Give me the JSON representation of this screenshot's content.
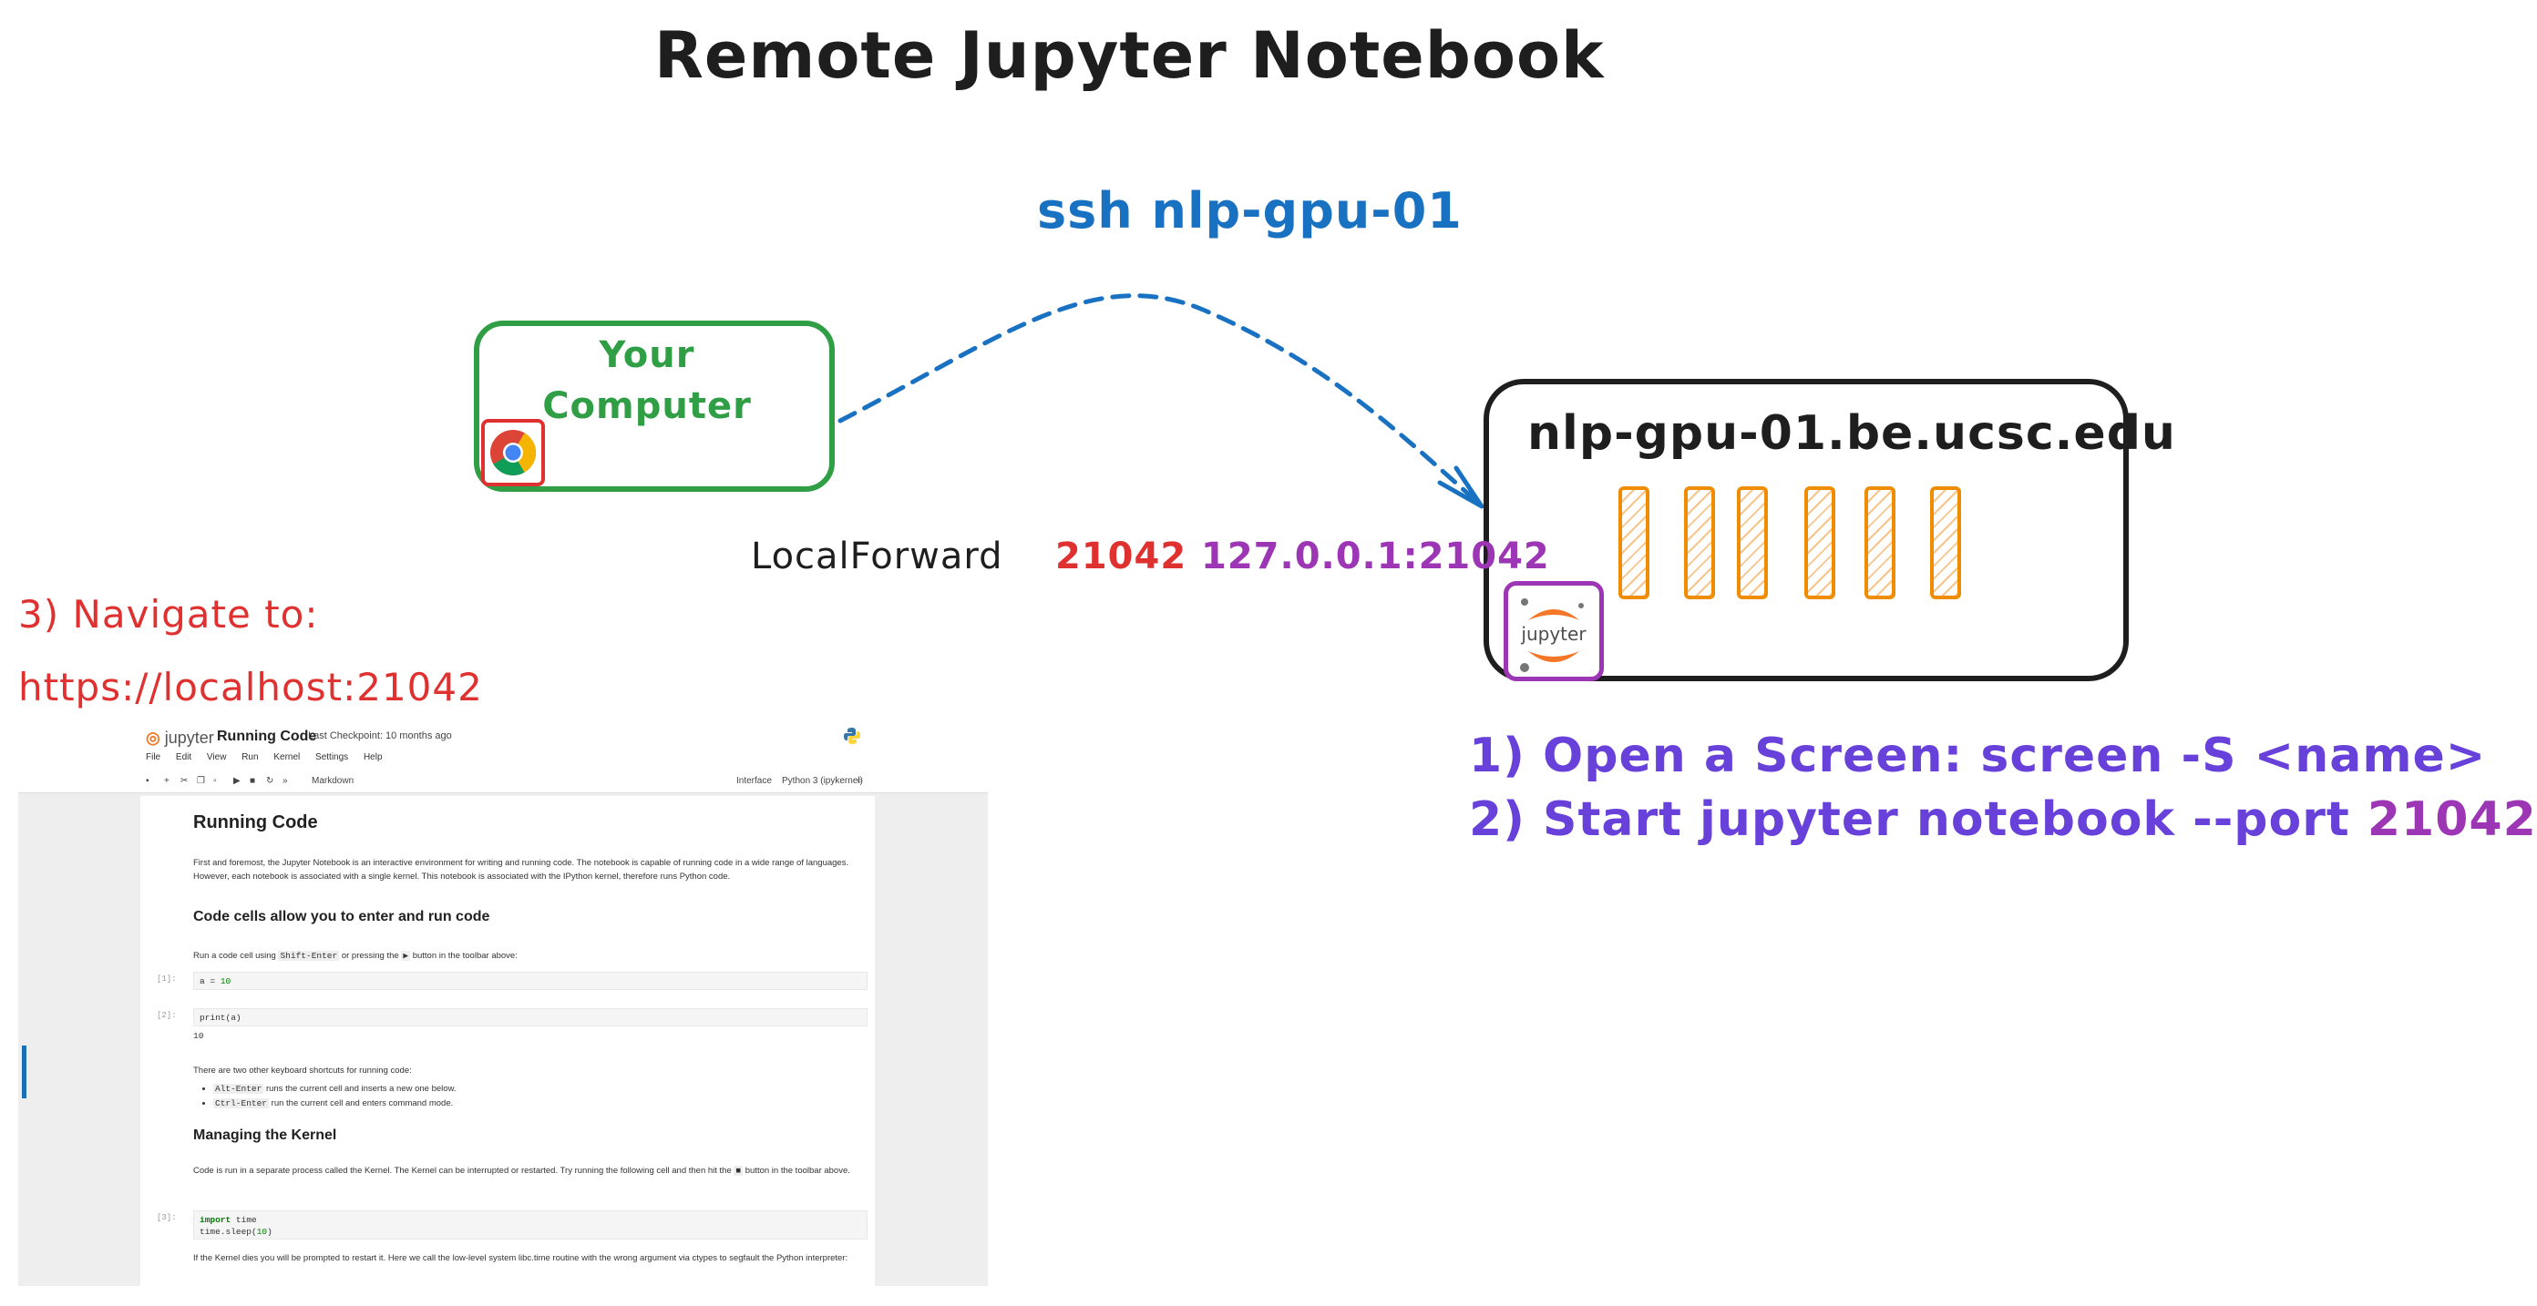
{
  "title": "Remote Jupyter Notebook",
  "ssh_command": "ssh nlp-gpu-01",
  "local": {
    "label": "Your Computer",
    "browser_icon": "chrome-icon"
  },
  "server": {
    "hostname": "nlp-gpu-01.be.ucsc.edu",
    "gpu_count": 6,
    "app_icon": "jupyter-icon",
    "app_icon_text": "jupyter"
  },
  "local_forward": {
    "label": "LocalForward",
    "port": "21042",
    "target": "127.0.0.1:21042"
  },
  "navigate": {
    "step": "3) Navigate to:",
    "url": "https://localhost:21042"
  },
  "steps": {
    "step1": "1) Open a Screen: screen -S <name>",
    "step2_prefix": "2) Start jupyter notebook --port ",
    "step2_port": "21042"
  },
  "colors": {
    "local": "#2f9e44",
    "ssh": "#1971c2",
    "server_border": "#1e1e1e",
    "gpu": "#f08c00",
    "red": "#e03131",
    "purple": "#9c36b5",
    "violet": "#6741d9"
  },
  "notebook": {
    "logo_text": "jupyter",
    "name": "Running Code",
    "checkpoint": "Last Checkpoint: 10 months ago",
    "menu": [
      "File",
      "Edit",
      "View",
      "Run",
      "Kernel",
      "Settings",
      "Help"
    ],
    "cell_type": "Markdown",
    "interface": "Interface",
    "kernel": "Python 3 (ipykernel)",
    "heading": "Running Code",
    "intro": "First and foremost, the Jupyter Notebook is an interactive environment for writing and running code. The notebook is capable of running code in a wide range of languages. However, each notebook is associated with a single kernel. This notebook is associated with the IPython kernel, therefore runs Python code.",
    "h2_code": "Code cells allow you to enter and run code",
    "run_text_1": "Run a code cell using",
    "run_key": "Shift-Enter",
    "run_text_2": "or pressing the",
    "run_text_3": "button in the toolbar above:",
    "prompt1": "[1]:",
    "cell1_var": "a = ",
    "cell1_val": "10",
    "prompt2": "[2]:",
    "cell2": "print(a)",
    "out2": "10",
    "shortcuts_intro": "There are two other keyboard shortcuts for running code:",
    "shortcut1_key": "Alt-Enter",
    "shortcut1_text": "runs the current cell and inserts a new one below.",
    "shortcut2_key": "Ctrl-Enter",
    "shortcut2_text": "run the current cell and enters command mode.",
    "h2_kernel": "Managing the Kernel",
    "kernel_text_1": "Code is run in a separate process called the Kernel. The Kernel can be interrupted or restarted. Try running the following cell and then hit the",
    "kernel_text_2": "button in the toolbar above.",
    "prompt3": "[3]:",
    "cell3_kw": "import",
    "cell3_mod": " time",
    "cell3_line2_a": "time.sleep(",
    "cell3_line2_n": "10",
    "cell3_line2_b": ")",
    "restart_text": "If the Kernel dies you will be prompted to restart it. Here we call the low-level system libc.time routine with the wrong argument via ctypes to segfault the Python interpreter:"
  }
}
